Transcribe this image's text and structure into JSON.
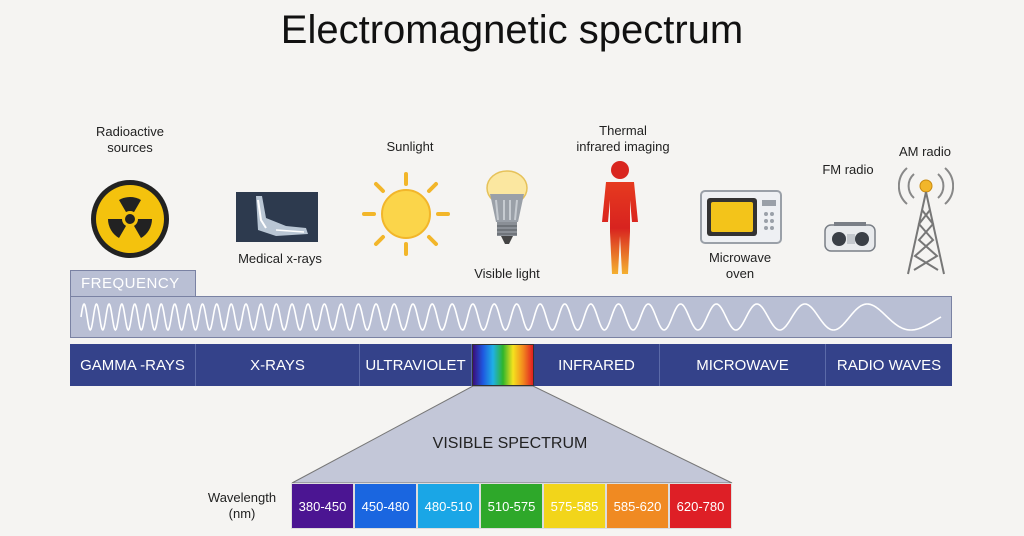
{
  "title": "Electromagnetic spectrum",
  "sources": {
    "radioactive": "Radioactive\nsources",
    "xray": "Medical x-rays",
    "sunlight": "Sunlight",
    "visible": "Visible light",
    "thermal": "Thermal\ninfrared imaging",
    "microwave": "Microwave\noven",
    "fm": "FM radio",
    "am": "AM radio"
  },
  "frequency_label": "FREQUENCY",
  "bands": [
    {
      "name": "GAMMA -RAYS"
    },
    {
      "name": "X-RAYS"
    },
    {
      "name": "ULTRAVIOLET"
    },
    {
      "name": ""
    },
    {
      "name": "INFRARED"
    },
    {
      "name": "MICROWAVE"
    },
    {
      "name": "RADIO WAVES"
    }
  ],
  "visible_spectrum": {
    "title": "VISIBLE SPECTRUM",
    "wavelength_label": "Wavelength\n(nm)",
    "ranges": [
      {
        "label": "380-450",
        "color": "#4b1592"
      },
      {
        "label": "450-480",
        "color": "#1a66e0"
      },
      {
        "label": "480-510",
        "color": "#1aa6e6"
      },
      {
        "label": "510-575",
        "color": "#2ea82a"
      },
      {
        "label": "575-585",
        "color": "#f2d51a"
      },
      {
        "label": "585-620",
        "color": "#f08a22"
      },
      {
        "label": "620-780",
        "color": "#de1f26"
      }
    ]
  },
  "colors": {
    "band": "#34428a",
    "wave_bg": "#b9bfd4"
  }
}
